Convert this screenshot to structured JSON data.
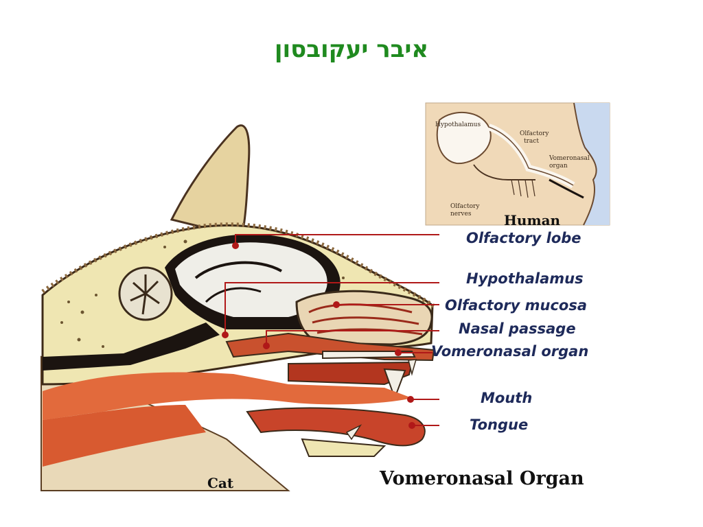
{
  "slide": {
    "title": "איבר יעקובסון"
  },
  "figure": {
    "caption": "Vomeronasal Organ",
    "cat_label": "Cat",
    "labels": [
      "Olfactory lobe",
      "Hypothalamus",
      "Olfactory mucosa",
      "Nasal passage",
      "Vomeronasal organ",
      "Mouth",
      "Tongue"
    ],
    "inset": {
      "title": "Human",
      "labels": {
        "hypothalamus": "Hypothalamus",
        "tract_1": "Olfactory",
        "tract_2": "tract",
        "vomero_1": "Vomeronasal",
        "vomero_2": "organ",
        "nerves_1": "Olfactory",
        "nerves_2": "nerves"
      }
    },
    "colors": {
      "title_green": "#1f8a1f",
      "label_navy": "#1e2a5a",
      "pointer_red": "#b01818"
    }
  }
}
